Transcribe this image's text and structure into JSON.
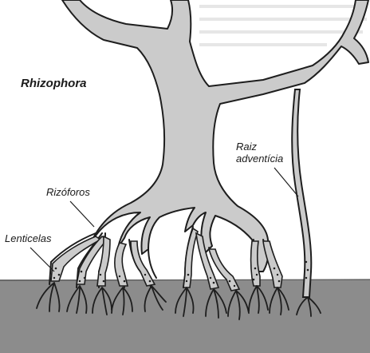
{
  "diagram": {
    "title": "Rhizophora",
    "labels": {
      "raiz_line1": "Raiz",
      "raiz_line2": "adventícia",
      "rizoforos": "Rizóforos",
      "lenticelas": "Lenticelas"
    },
    "colors": {
      "trunk": "#cbcbcb",
      "outline": "#1e1e1e",
      "soil": "#8c8c8c",
      "page": "#ffffff"
    }
  }
}
